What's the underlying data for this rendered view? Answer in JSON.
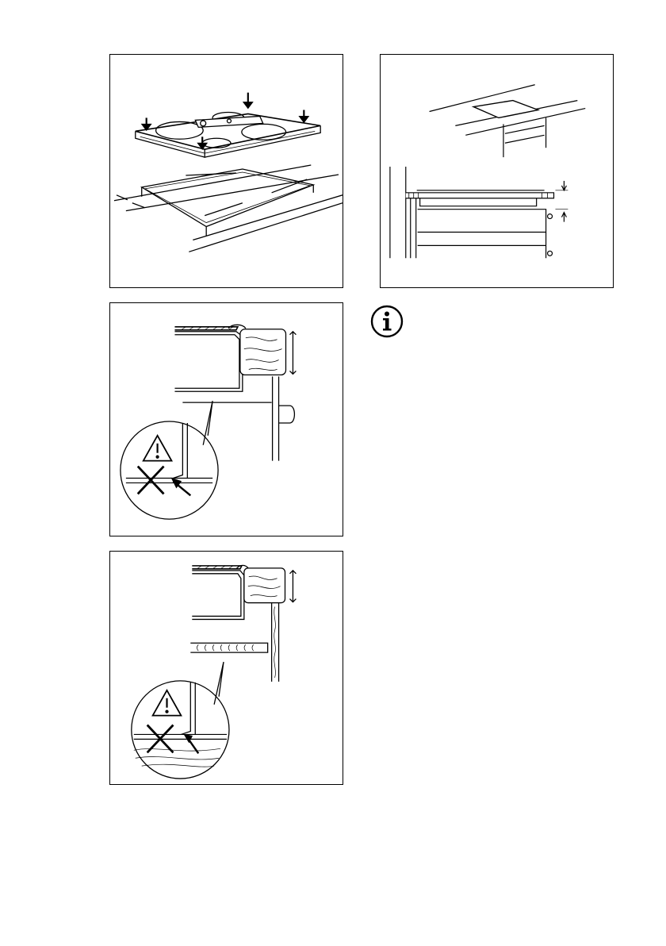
{
  "page": {
    "figures": [
      {
        "id": "panel-a",
        "icon": "hob-installation-figure"
      },
      {
        "id": "panel-b",
        "icon": "hob-cross-section-figure"
      },
      {
        "id": "panel-c",
        "icon": "worktop-clearance-drawer-figure"
      },
      {
        "id": "panel-d",
        "icon": "worktop-clearance-shelf-figure"
      }
    ],
    "icons": {
      "info": "information-icon",
      "warning": "warning-triangle-icon",
      "forbidden": "cross-icon"
    },
    "colors": {
      "line": "#000000",
      "background": "#ffffff"
    }
  }
}
